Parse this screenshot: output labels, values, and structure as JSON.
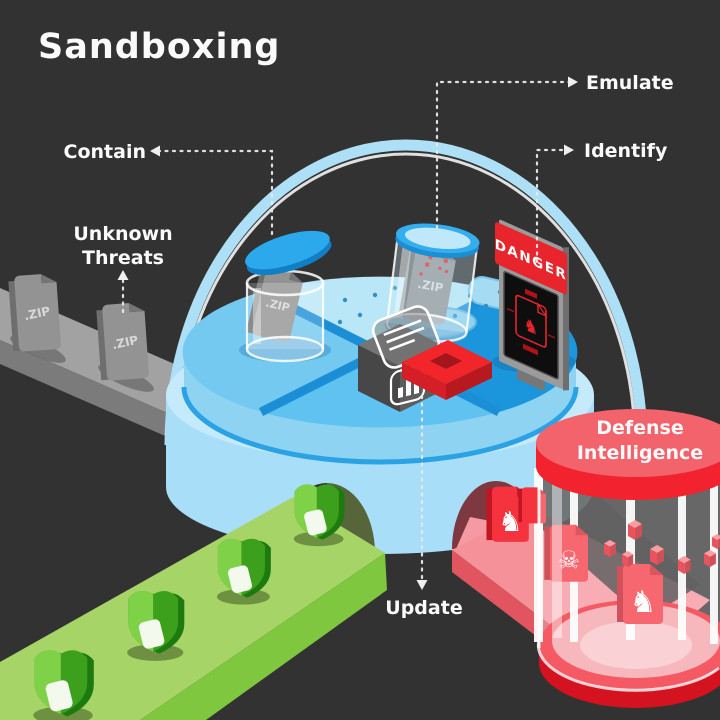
{
  "title": "Sandboxing",
  "labels": {
    "contain": "Contain",
    "emulate": "Emulate",
    "identify": "Identify",
    "update": "Update",
    "unknown_line1": "Unknown",
    "unknown_line2": "Threats"
  },
  "danger_sign": {
    "text": "DANGER"
  },
  "defense_cylinder": {
    "line1": "Defense",
    "line2": "Intelligence"
  },
  "files": {
    "zip_label": ".ZIP"
  },
  "glyphs": {
    "trojan_horse": "♞",
    "skull_crossbones": "☠"
  },
  "colors": {
    "background": "#323232",
    "label_text": "#fafafa",
    "dome_glass": "#ade0f7",
    "platform_side": "#a9def8",
    "platform_top": "#5fc2f0",
    "quadrant_dark": "#1b96dc",
    "sand_light": "#b9e7f7",
    "safe_green": "#4db02a",
    "belt_green": "#a6d467",
    "threat_red": "#f2222f",
    "danger_red": "#e8242c",
    "file_gray": "#929292"
  }
}
